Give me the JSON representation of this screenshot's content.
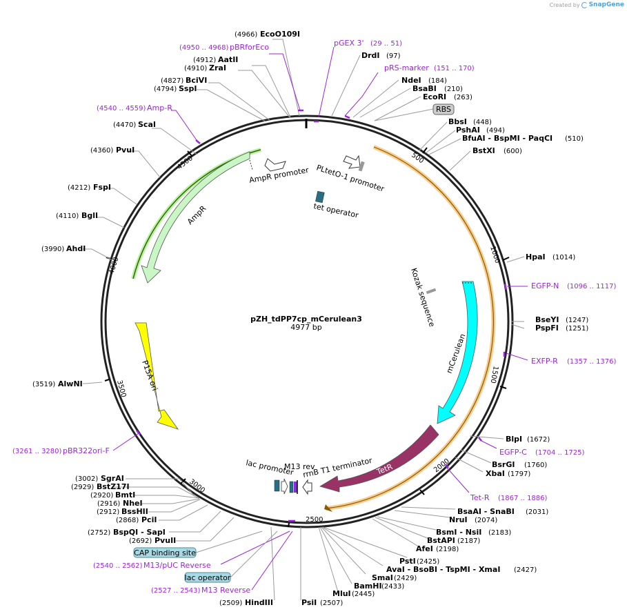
{
  "credit": {
    "created_by": "Created by",
    "brand": "SnapGene"
  },
  "plasmid": {
    "name": "pZH_tdPP7cp_mCerulean3",
    "length_label": "4977 bp",
    "length": 4977
  },
  "ticks": [
    "500",
    "1000",
    "1500",
    "2000",
    "2500",
    "3000",
    "3500",
    "4000",
    "4500"
  ],
  "features": [
    {
      "label": "AmpR",
      "color": "#c8f7c5",
      "kind": "arrow"
    },
    {
      "label": "AmpR promoter",
      "color": "#ffffff",
      "kind": "arrow"
    },
    {
      "label": "P15A ori",
      "color": "#ffff00",
      "kind": "arrow"
    },
    {
      "label": "mCerulean",
      "color": "#00ffff",
      "kind": "arrow"
    },
    {
      "label": "TetR",
      "color": "#993366",
      "kind": "arrow"
    },
    {
      "label": "PLtetO-1 promoter",
      "color": "#ffffff",
      "kind": "small"
    },
    {
      "label": "tet operator",
      "color": "#2a6e86",
      "kind": "small"
    },
    {
      "label": "Kozak sequence",
      "color": "#999999",
      "kind": "small"
    },
    {
      "label": "lac promoter",
      "color": "#ffffff",
      "kind": "small"
    },
    {
      "label": "M13 rev",
      "color": "#8a2be2",
      "kind": "small"
    },
    {
      "label": "rrnB T1 terminator",
      "color": "#ffffff",
      "kind": "small"
    }
  ],
  "sites": [
    {
      "name": "EcoO109I",
      "pos": "(4966)"
    },
    {
      "name": "AatII",
      "pos": "(4912)"
    },
    {
      "name": "ZraI",
      "pos": "(4910)"
    },
    {
      "name": "BciVI",
      "pos": "(4827)"
    },
    {
      "name": "SspI",
      "pos": "(4794)"
    },
    {
      "name": "ScaI",
      "pos": "(4470)"
    },
    {
      "name": "PvuI",
      "pos": "(4360)"
    },
    {
      "name": "FspI",
      "pos": "(4212)"
    },
    {
      "name": "BglI",
      "pos": "(4110)"
    },
    {
      "name": "AhdI",
      "pos": "(3990)"
    },
    {
      "name": "AlwNI",
      "pos": "(3519)"
    },
    {
      "name": "SgrAI",
      "pos": "(3002)"
    },
    {
      "name": "BstZ17I",
      "pos": "(2929)"
    },
    {
      "name": "BmtI",
      "pos": "(2920)"
    },
    {
      "name": "NheI",
      "pos": "(2916)"
    },
    {
      "name": "BssHII",
      "pos": "(2912)"
    },
    {
      "name": "PciI",
      "pos": "(2868)"
    },
    {
      "name": "BspQI - SapI",
      "pos": "(2752)"
    },
    {
      "name": "PvuII",
      "pos": "(2692)"
    },
    {
      "name": "HindIII",
      "pos": "(2509)"
    },
    {
      "name": "PsiI",
      "pos": "(2507)"
    },
    {
      "name": "MluI",
      "pos": "(2445)"
    },
    {
      "name": "BamHI",
      "pos": "(2433)"
    },
    {
      "name": "SmaI",
      "pos": "(2429)"
    },
    {
      "name": "AvaI - BsoBI - TspMI - XmaI",
      "pos": "(2427)"
    },
    {
      "name": "PstI",
      "pos": "(2425)"
    },
    {
      "name": "AfeI",
      "pos": "(2198)"
    },
    {
      "name": "BstAPI",
      "pos": "(2187)"
    },
    {
      "name": "BsmI - NsiI",
      "pos": "(2183)"
    },
    {
      "name": "NruI",
      "pos": "(2074)"
    },
    {
      "name": "BsaAI - SnaBI",
      "pos": "(2031)"
    },
    {
      "name": "XbaI",
      "pos": "(1797)"
    },
    {
      "name": "BsrGI",
      "pos": "(1760)"
    },
    {
      "name": "BlpI",
      "pos": "(1672)"
    },
    {
      "name": "BseYI",
      "pos": "(1247)"
    },
    {
      "name": "PspFI",
      "pos": "(1251)"
    },
    {
      "name": "HpaI",
      "pos": "(1014)"
    },
    {
      "name": "BstXI",
      "pos": "(600)"
    },
    {
      "name": "BfuAI - BspMI - PaqCI",
      "pos": "(510)"
    },
    {
      "name": "PshAI",
      "pos": "(494)"
    },
    {
      "name": "BbsI",
      "pos": "(448)"
    },
    {
      "name": "EcoRI",
      "pos": "(263)"
    },
    {
      "name": "BsaBI",
      "pos": "(210)"
    },
    {
      "name": "NdeI",
      "pos": "(184)"
    },
    {
      "name": "DrdI",
      "pos": "(97)"
    }
  ],
  "primers": [
    {
      "name": "pBRforEco",
      "range": "(4950 .. 4968)"
    },
    {
      "name": "pGEX 3'",
      "range": "(29 .. 51)"
    },
    {
      "name": "pRS-marker",
      "range": "(151 .. 170)"
    },
    {
      "name": "Amp-R",
      "range": "(4540 .. 4559)"
    },
    {
      "name": "EGFP-N",
      "range": "(1096 .. 1117)"
    },
    {
      "name": "EXFP-R",
      "range": "(1357 .. 1376)"
    },
    {
      "name": "EGFP-C",
      "range": "(1704 .. 1725)"
    },
    {
      "name": "Tet-R",
      "range": "(1867 .. 1886)"
    },
    {
      "name": "pBR322ori-F",
      "range": "(3261 .. 3280)"
    },
    {
      "name": "M13/pUC Reverse",
      "range": "(2540 .. 2562)"
    },
    {
      "name": "M13 Reverse",
      "range": "(2527 .. 2543)"
    }
  ],
  "boxed_labels": [
    "RBS",
    "CAP binding site",
    "lac operator"
  ]
}
